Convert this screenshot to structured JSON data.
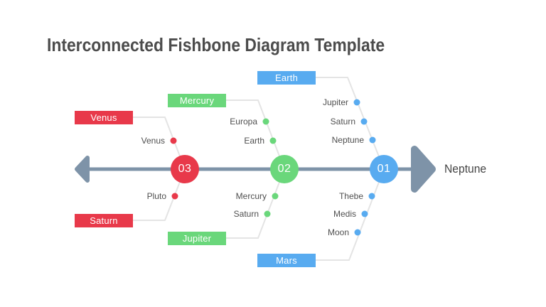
{
  "title": "Interconnected Fishbone Diagram Template",
  "head_label": "Neptune",
  "colors": {
    "red": "#e8394a",
    "green": "#6ad77b",
    "blue": "#58abf0",
    "spine": "#7e93a8",
    "branch-line": "#e4e4e4",
    "title-text": "#4c4c4c",
    "item-text": "#4f4f4f"
  },
  "nodes": [
    {
      "number": "03",
      "color": "red",
      "top_category": "Venus",
      "bottom_category": "Saturn",
      "top_items": [
        "Venus"
      ],
      "bottom_items": [
        "Pluto"
      ]
    },
    {
      "number": "02",
      "color": "green",
      "top_category": "Mercury",
      "bottom_category": "Jupiter",
      "top_items": [
        "Europa",
        "Earth"
      ],
      "bottom_items": [
        "Mercury",
        "Saturn"
      ]
    },
    {
      "number": "01",
      "color": "blue",
      "top_category": "Earth",
      "bottom_category": "Mars",
      "top_items": [
        "Jupiter",
        "Saturn",
        "Neptune"
      ],
      "bottom_items": [
        "Thebe",
        "Medis",
        "Moon"
      ]
    }
  ]
}
